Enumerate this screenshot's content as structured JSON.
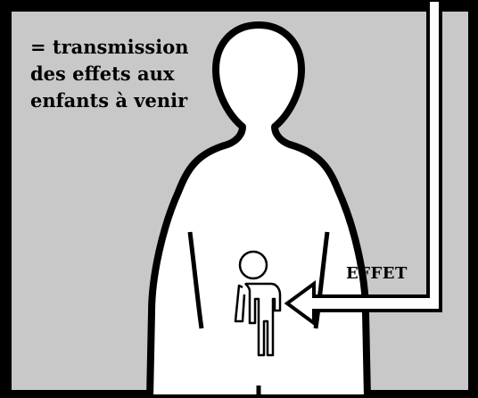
{
  "caption": {
    "line1": "= transmission",
    "line2": "des effets aux",
    "line3": "enfants à venir"
  },
  "arrow": {
    "label": "EFFET"
  },
  "colors": {
    "background": "#c8c8c8",
    "frame": "#000000",
    "figure_fill": "#ffffff",
    "figure_outline": "#000000"
  },
  "icons": {
    "figure": "adult-silhouette-icon",
    "fetus": "child-figure-icon",
    "arrow": "effect-arrow-icon"
  }
}
